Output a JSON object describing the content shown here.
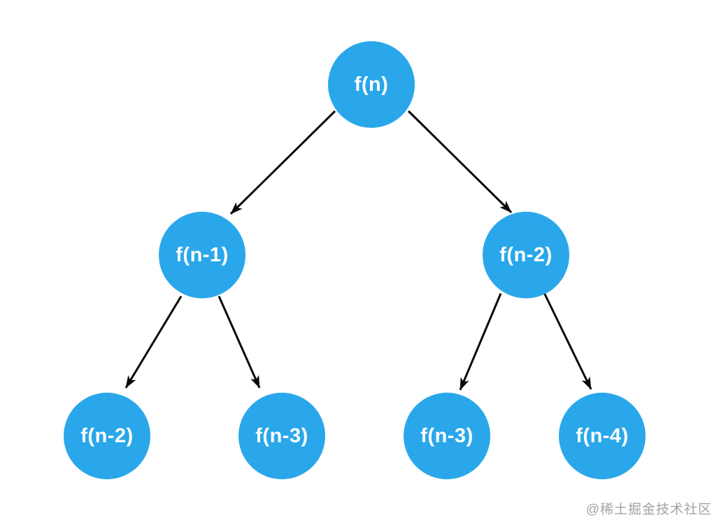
{
  "diagram": {
    "type": "tree",
    "node_fill": "#2AA7EA",
    "node_text_color": "#FFFFFF",
    "edge_color": "#0A0A0A",
    "nodes": [
      {
        "id": "root",
        "label": "f(n)"
      },
      {
        "id": "left",
        "label": "f(n-1)"
      },
      {
        "id": "right",
        "label": "f(n-2)"
      },
      {
        "id": "left-left",
        "label": "f(n-2)"
      },
      {
        "id": "left-right",
        "label": "f(n-3)"
      },
      {
        "id": "right-left",
        "label": "f(n-3)"
      },
      {
        "id": "right-right",
        "label": "f(n-4)"
      }
    ],
    "edges": [
      {
        "from": "root",
        "to": "left"
      },
      {
        "from": "root",
        "to": "right"
      },
      {
        "from": "left",
        "to": "left-left"
      },
      {
        "from": "left",
        "to": "left-right"
      },
      {
        "from": "right",
        "to": "right-left"
      },
      {
        "from": "right",
        "to": "right-right"
      }
    ]
  },
  "watermark": {
    "text": "@稀土掘金技术社区",
    "color": "#A3A3A3"
  }
}
